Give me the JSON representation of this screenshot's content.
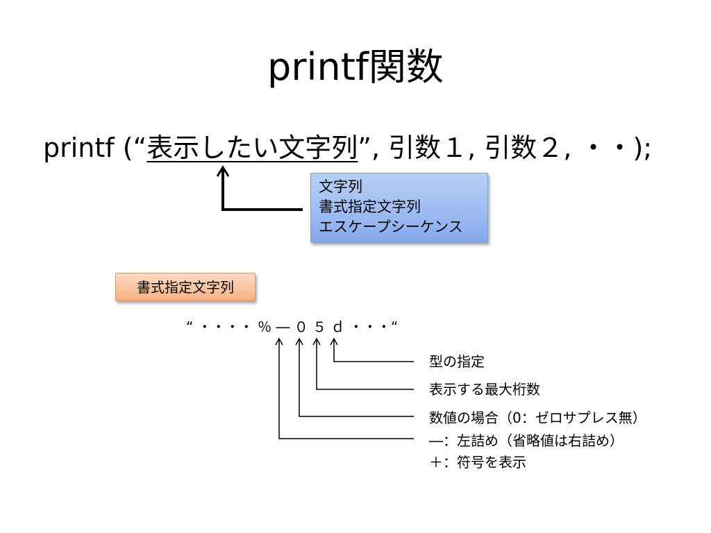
{
  "slide": {
    "title": "printf関数",
    "syntax": {
      "prefix": "printf (“",
      "format_text": "表示したい文字列",
      "suffix": "”, 引数１, 引数２, ・・);"
    },
    "callout_box": {
      "lines": [
        "文字列",
        "書式指定文字列",
        "エスケープシーケンス"
      ]
    },
    "format_label": "書式指定文字列",
    "format_example": "“ ・・・・ ％ ― ０ ５ ｄ ・・・“",
    "annotations": {
      "type": "型の指定",
      "width": "表示する最大桁数",
      "pad": "数値の場合（0：ゼロサプレス無）",
      "align": "―：左詰め（省略値は右詰め）",
      "plus": "＋：符号を表示"
    },
    "colors": {
      "callout_blue": "#9fbcf2",
      "label_orange": "#f9c39d"
    }
  }
}
